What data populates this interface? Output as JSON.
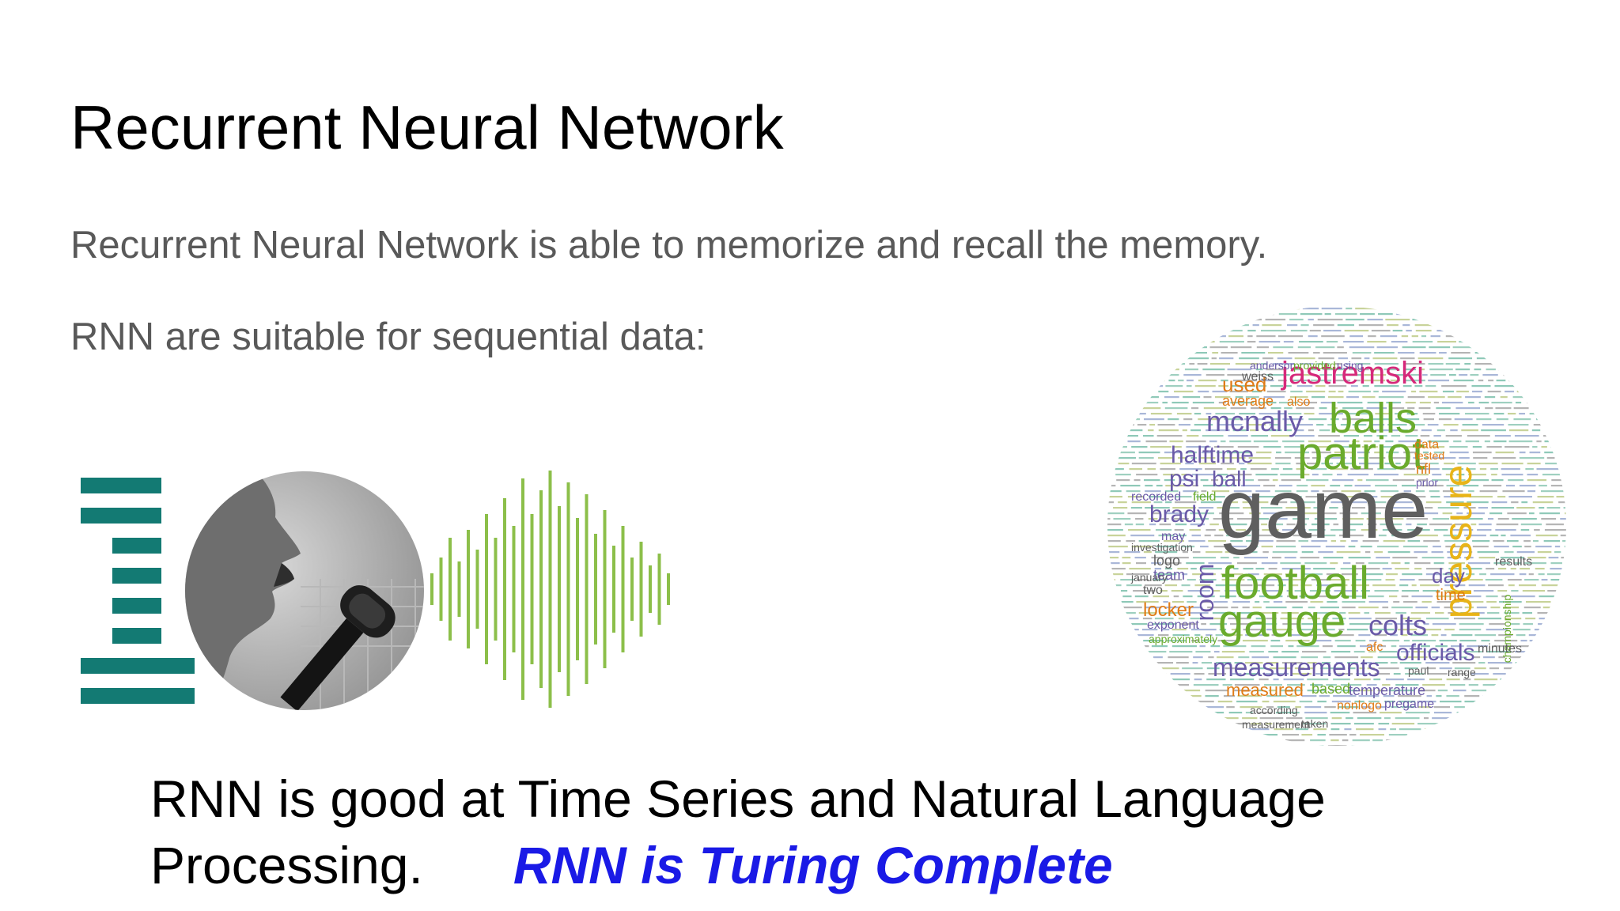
{
  "slide": {
    "title": "Recurrent Neural Network",
    "body_line_1": "Recurrent Neural Network is able to memorize and recall the memory.",
    "body_line_2": "RNN are suitable for sequential data:",
    "caption_line_1": "RNN is good at Time Series and Natural Language",
    "caption_line_2": "Processing.",
    "caption_highlight": "RNN is Turing Complete"
  },
  "colors": {
    "title": "#000000",
    "body_text": "#595959",
    "highlight": "#1a1ae6",
    "bars_icon": "#137a73",
    "waveform": "#8cbf4a"
  },
  "icons": {
    "time_series": "bars-icon",
    "audio": "speaker-photo",
    "sound": "waveform-icon",
    "text": "word-cloud"
  },
  "word_cloud": {
    "words": [
      {
        "text": "jastremski",
        "color": "#d6287a"
      },
      {
        "text": "used",
        "color": "#e07b16"
      },
      {
        "text": "average",
        "color": "#e07b16"
      },
      {
        "text": "also",
        "color": "#e07b16"
      },
      {
        "text": "mcnally",
        "color": "#6a5aa8"
      },
      {
        "text": "balls",
        "color": "#6aab2c"
      },
      {
        "text": "pressure",
        "color": "#e8b418"
      },
      {
        "text": "halftime",
        "color": "#6a5aa8"
      },
      {
        "text": "patriot",
        "color": "#6aab2c"
      },
      {
        "text": "psi",
        "color": "#6a5aa8"
      },
      {
        "text": "ball",
        "color": "#6a5aa8"
      },
      {
        "text": "data",
        "color": "#e07b16"
      },
      {
        "text": "tested",
        "color": "#e07b16"
      },
      {
        "text": "nfl",
        "color": "#e07b16"
      },
      {
        "text": "prior",
        "color": "#6a5aa8"
      },
      {
        "text": "recorded",
        "color": "#6a5aa8"
      },
      {
        "text": "field",
        "color": "#6aab2c"
      },
      {
        "text": "brady",
        "color": "#6a5aa8"
      },
      {
        "text": "game",
        "color": "#5f5f5f"
      },
      {
        "text": "room",
        "color": "#6a5aa8"
      },
      {
        "text": "may",
        "color": "#6a5aa8"
      },
      {
        "text": "logo",
        "color": "#5f5f5f"
      },
      {
        "text": "team",
        "color": "#6a5aa8"
      },
      {
        "text": "football",
        "color": "#6aab2c"
      },
      {
        "text": "day",
        "color": "#6a5aa8"
      },
      {
        "text": "time",
        "color": "#e07b16"
      },
      {
        "text": "two",
        "color": "#5f5f5f"
      },
      {
        "text": "locker",
        "color": "#e07b16"
      },
      {
        "text": "gauge",
        "color": "#6aab2c"
      },
      {
        "text": "colts",
        "color": "#6a5aa8"
      },
      {
        "text": "exponent",
        "color": "#6a5aa8"
      },
      {
        "text": "approximately",
        "color": "#6aab2c"
      },
      {
        "text": "afc",
        "color": "#e07b16"
      },
      {
        "text": "officials",
        "color": "#6a5aa8"
      },
      {
        "text": "measurements",
        "color": "#6a5aa8"
      },
      {
        "text": "paul",
        "color": "#5f5f5f"
      },
      {
        "text": "measured",
        "color": "#e07b16"
      },
      {
        "text": "based",
        "color": "#6aab2c"
      },
      {
        "text": "temperature",
        "color": "#6a5aa8"
      },
      {
        "text": "nonlogo",
        "color": "#e07b16"
      },
      {
        "text": "pregame",
        "color": "#6a5aa8"
      },
      {
        "text": "championship",
        "color": "#6aab2c"
      },
      {
        "text": "investigation",
        "color": "#5f5f5f"
      },
      {
        "text": "anderson",
        "color": "#6a5aa8"
      },
      {
        "text": "provided",
        "color": "#6aab2c"
      },
      {
        "text": "using",
        "color": "#6a5aa8"
      },
      {
        "text": "weiss",
        "color": "#5f5f5f"
      },
      {
        "text": "according",
        "color": "#5f5f5f"
      },
      {
        "text": "measurement",
        "color": "#5f5f5f"
      },
      {
        "text": "taken",
        "color": "#5f5f5f"
      },
      {
        "text": "minutes",
        "color": "#5f5f5f"
      },
      {
        "text": "results",
        "color": "#5f5f5f"
      },
      {
        "text": "january",
        "color": "#5f5f5f"
      },
      {
        "text": "range",
        "color": "#5f5f5f"
      }
    ]
  }
}
